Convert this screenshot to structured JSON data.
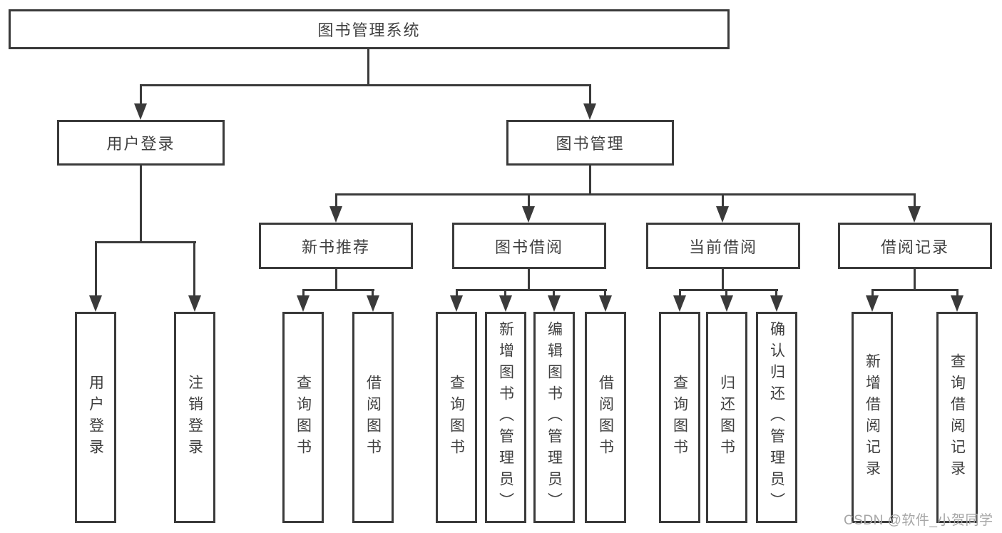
{
  "diagram": {
    "root": {
      "label": "图书管理系统"
    },
    "branches": [
      {
        "label": "用户登录",
        "children": [
          {
            "label": "用户登录"
          },
          {
            "label": "注销登录"
          }
        ]
      },
      {
        "label": "图书管理",
        "children": [
          {
            "label": "新书推荐",
            "children": [
              {
                "label": "查询图书"
              },
              {
                "label": "借阅图书"
              }
            ]
          },
          {
            "label": "图书借阅",
            "children": [
              {
                "label": "查询图书"
              },
              {
                "label": "新增图书（管理员）"
              },
              {
                "label": "编辑图书（管理员）"
              },
              {
                "label": "借阅图书"
              }
            ]
          },
          {
            "label": "当前借阅",
            "children": [
              {
                "label": "查询图书"
              },
              {
                "label": "归还图书"
              },
              {
                "label": "确认归还（管理员）"
              }
            ]
          },
          {
            "label": "借阅记录",
            "children": [
              {
                "label": "新增借阅记录"
              },
              {
                "label": "查询借阅记录"
              }
            ]
          }
        ]
      }
    ]
  },
  "watermark": "CSDN @软件_小贺同学",
  "colors": {
    "line": "#3a3a3a",
    "text": "#3f3f3f",
    "background": "#ffffff",
    "watermark": "#a6a6a6"
  }
}
